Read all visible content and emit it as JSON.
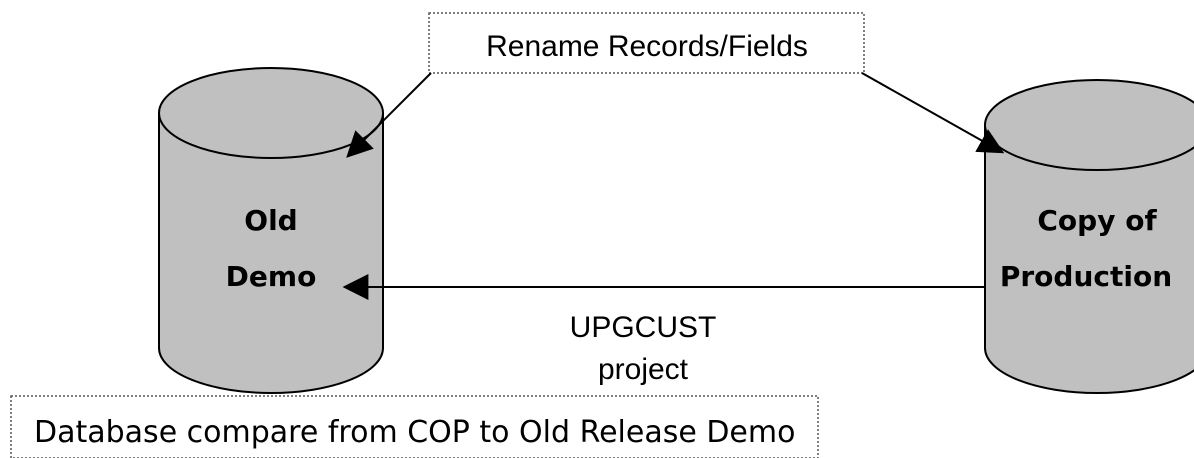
{
  "cylinders": {
    "old_demo": {
      "line1": "Old",
      "line2": "Demo"
    },
    "copy_of_production": {
      "line1": "Copy of",
      "line2": "Production"
    }
  },
  "labels": {
    "rename_box": "Rename Records/Fields",
    "upgcust_line1": "UPGCUST",
    "upgcust_line2": "project",
    "compare_box": "Database compare from COP to Old Release Demo"
  },
  "colors": {
    "cylinder_fill": "#c0c0c0",
    "outline": "#000000",
    "background": "#ffffff"
  }
}
